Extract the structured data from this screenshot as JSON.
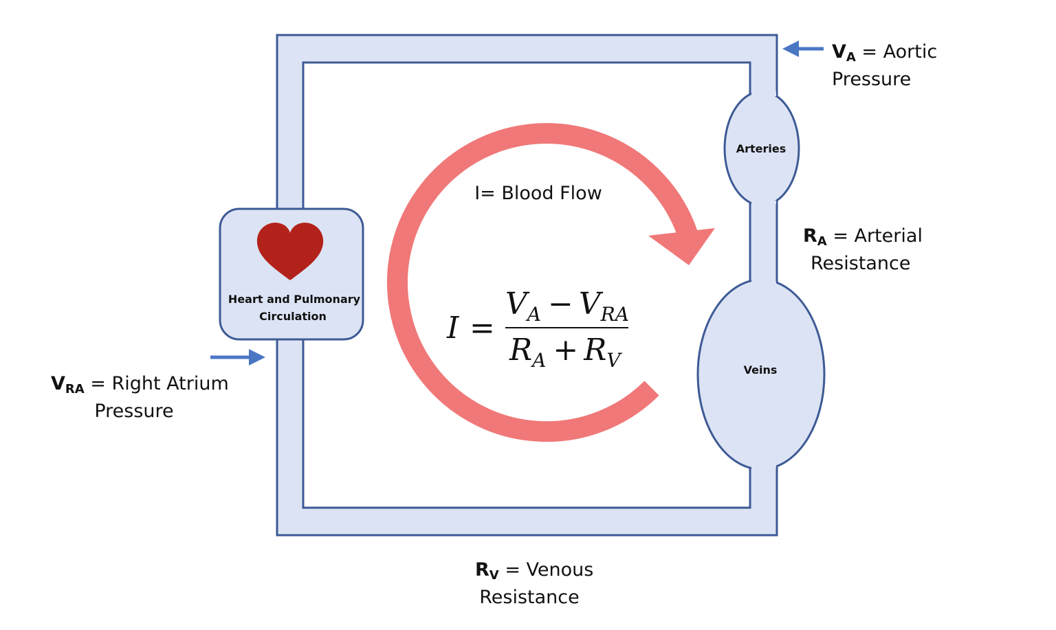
{
  "colors": {
    "vessel_fill": "#dce3f4",
    "vessel_stroke": "#3d5a95",
    "flow_arrow": "#f07878",
    "pointer_arrow": "#4a76c4",
    "heart": "#b3221a"
  },
  "icons": {
    "heart": "heart-icon"
  },
  "heart_box": {
    "line1": "Heart and Pulmonary",
    "line2": "Circulation"
  },
  "arteries": {
    "label": "Arteries"
  },
  "veins": {
    "label": "Veins"
  },
  "flow": {
    "label": "I= Blood Flow"
  },
  "equation": {
    "lhs": "I",
    "eq": "=",
    "num_v1": "V",
    "num_sub1": "A",
    "num_minus": "−",
    "num_v2": "V",
    "num_sub2": "RA",
    "den_r1": "R",
    "den_sub1": "A",
    "den_plus": "+",
    "den_r2": "R",
    "den_sub2": "V"
  },
  "aortic": {
    "symbol": "V",
    "sub": "A",
    "text1": " = Aortic",
    "text2": "Pressure"
  },
  "arterial": {
    "symbol": "R",
    "sub": "A",
    "text1": " = Arterial",
    "text2": "Resistance"
  },
  "right_atrium": {
    "symbol": "V",
    "sub": "RA",
    "text1": " = Right Atrium",
    "text2": "Pressure"
  },
  "venous": {
    "symbol": "R",
    "sub": "V",
    "text1": " = Venous",
    "text2": "Resistance"
  }
}
